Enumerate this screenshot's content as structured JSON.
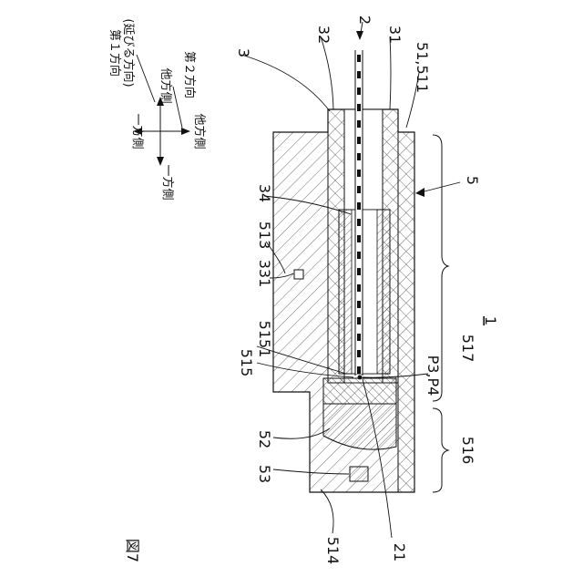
{
  "figure": {
    "label": "図7",
    "reference_numerals": {
      "n2": "2",
      "n3": "3",
      "n32": "32",
      "n31": "31",
      "n51_511": "51,511",
      "n5": "5",
      "n34": "34",
      "n513": "513",
      "n331": "331",
      "n5151": "5151",
      "n515": "515",
      "p3p4": "P3,P4",
      "n517": "517",
      "n1": "1",
      "n52": "52",
      "n53": "53",
      "n516": "516",
      "n514": "514",
      "n21": "21"
    },
    "direction_labels": {
      "dir1_line1": "第１方向",
      "dir1_line2": "(延びる方向)",
      "dir2": "第２方向",
      "other_side_top": "他方側",
      "other_side_right": "他方側",
      "one_side_left": "一方側",
      "one_side_bottom": "一方側"
    }
  },
  "colors": {
    "line": "#111111",
    "background": "#ffffff"
  }
}
